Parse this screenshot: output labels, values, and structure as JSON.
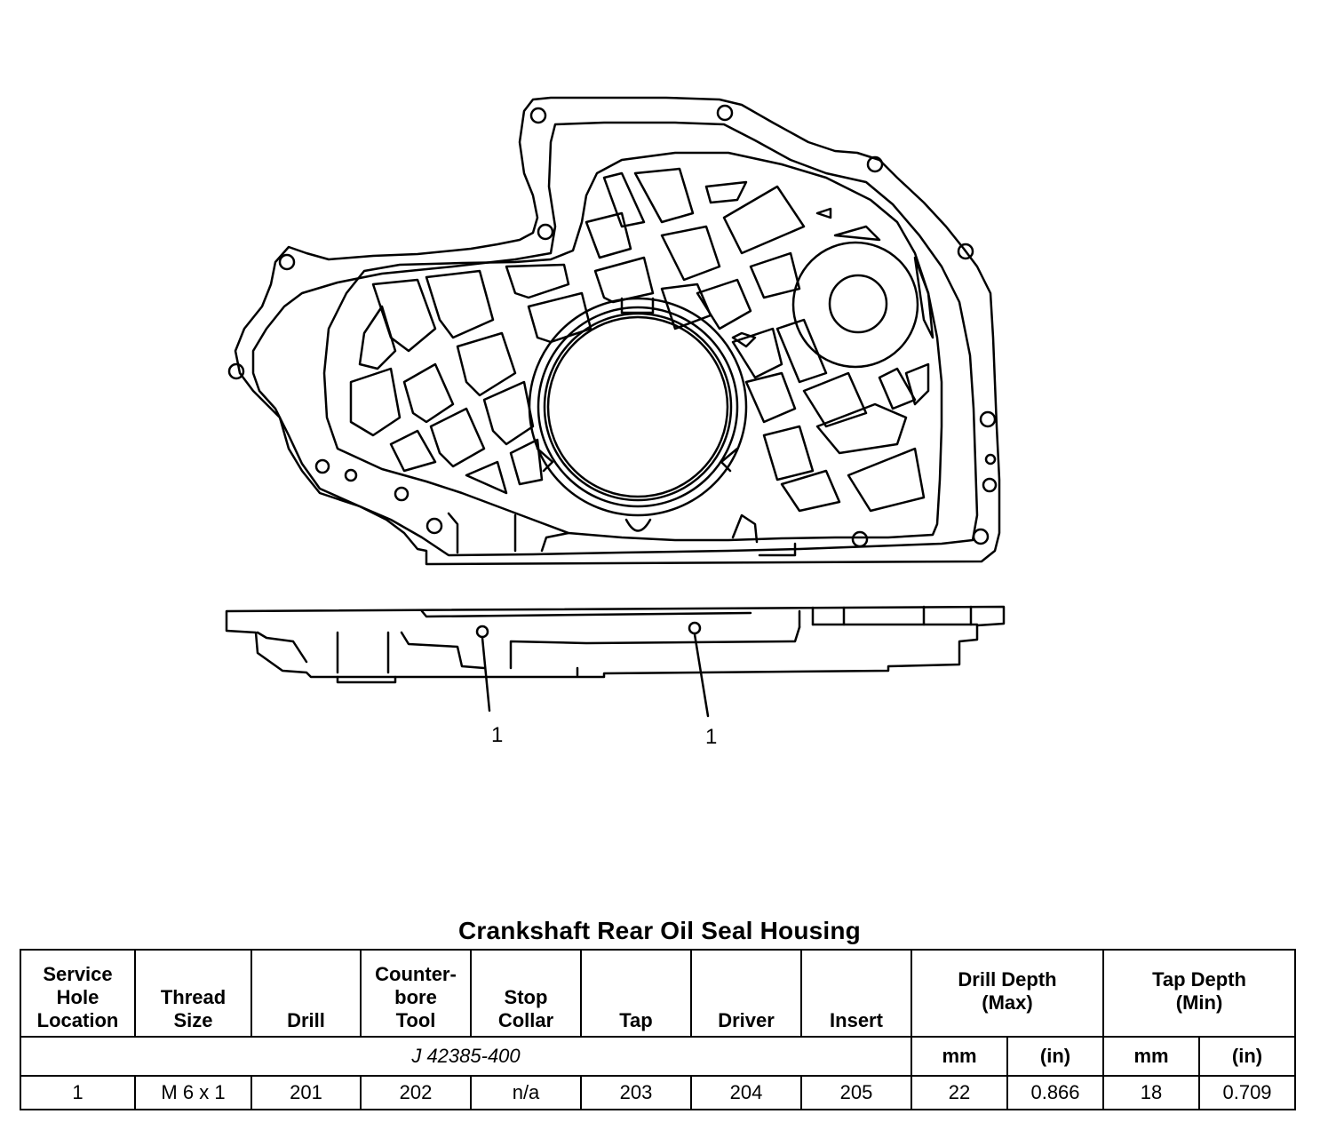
{
  "diagram": {
    "callouts": [
      {
        "label": "1"
      },
      {
        "label": "1"
      }
    ]
  },
  "table": {
    "title": "Crankshaft Rear Oil Seal Housing",
    "headers": {
      "service_hole_location": [
        "Service",
        "Hole",
        "Location"
      ],
      "thread_size": [
        "Thread",
        "Size"
      ],
      "drill": "Drill",
      "counterbore_tool": [
        "Counter-",
        "bore",
        "Tool"
      ],
      "stop_collar": [
        "Stop",
        "Collar"
      ],
      "tap": "Tap",
      "driver": "Driver",
      "insert": "Insert",
      "drill_depth": [
        "Drill Depth",
        "(Max)"
      ],
      "tap_depth": [
        "Tap Depth",
        "(Min)"
      ]
    },
    "tool_kit": "J 42385-400",
    "units": [
      "mm",
      "(in)",
      "mm",
      "(in)"
    ],
    "rows": [
      [
        "1",
        "M 6 x 1",
        "201",
        "202",
        "n/a",
        "203",
        "204",
        "205",
        "22",
        "0.866",
        "18",
        "0.709"
      ]
    ]
  }
}
